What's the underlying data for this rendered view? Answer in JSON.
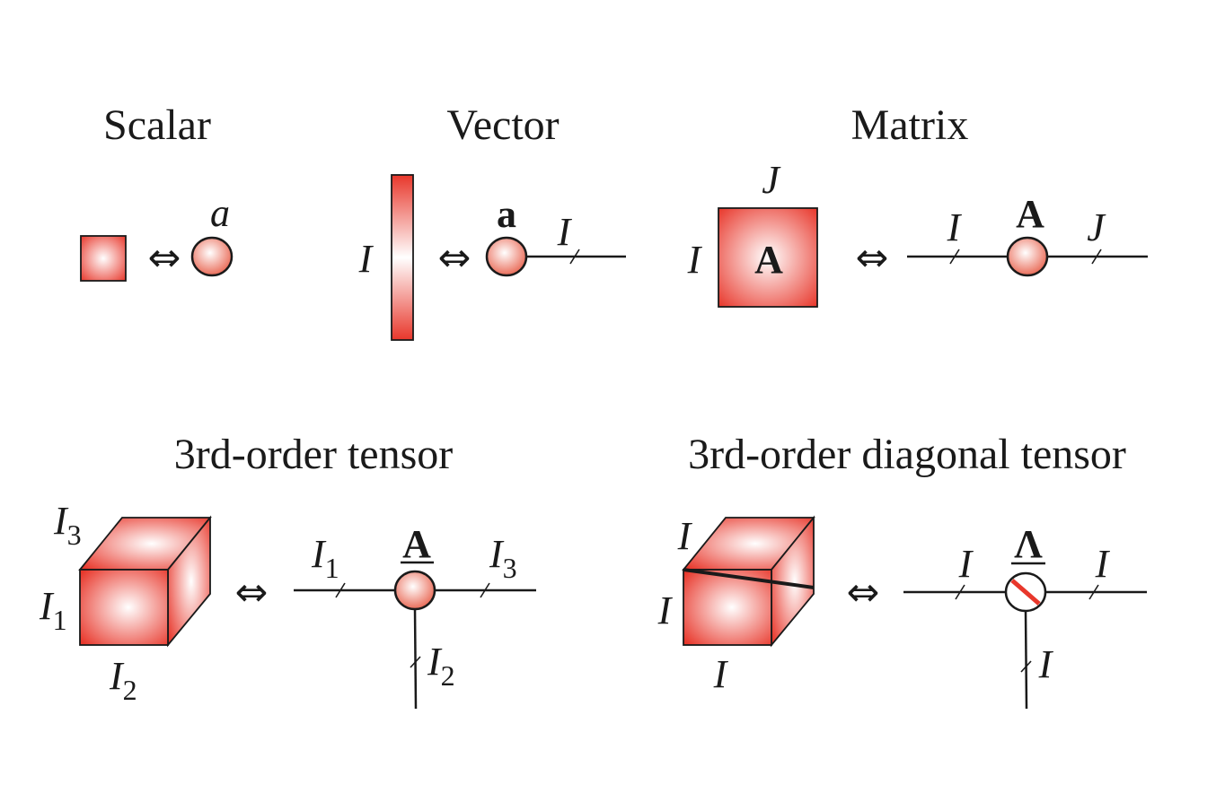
{
  "colors": {
    "accent": "#e8372b",
    "highlight": "#ffffff",
    "line": "#1a1a1a"
  },
  "equivalence_symbol": "⇔",
  "scalar": {
    "title": "Scalar",
    "node_label": "a"
  },
  "vector": {
    "title": "Vector",
    "node_label": "a",
    "dim_label": "I",
    "edge_label": "I"
  },
  "matrix": {
    "title": "Matrix",
    "top_label": "J",
    "left_label": "I",
    "box_label": "A",
    "node_label": "A",
    "edge_left": "I",
    "edge_right": "J"
  },
  "tensor3": {
    "title": "3rd-order tensor",
    "cube_top": {
      "base": "I",
      "sub": "3"
    },
    "cube_left": {
      "base": "I",
      "sub": "1"
    },
    "cube_bottom": {
      "base": "I",
      "sub": "2"
    },
    "node_label": "A",
    "edge_left": {
      "base": "I",
      "sub": "1"
    },
    "edge_right": {
      "base": "I",
      "sub": "3"
    },
    "edge_down": {
      "base": "I",
      "sub": "2"
    }
  },
  "diag3": {
    "title": "3rd-order diagonal tensor",
    "cube_top": "I",
    "cube_left": "I",
    "cube_bottom": "I",
    "node_label": "Λ",
    "edge_left": "I",
    "edge_right": "I",
    "edge_down": "I"
  }
}
